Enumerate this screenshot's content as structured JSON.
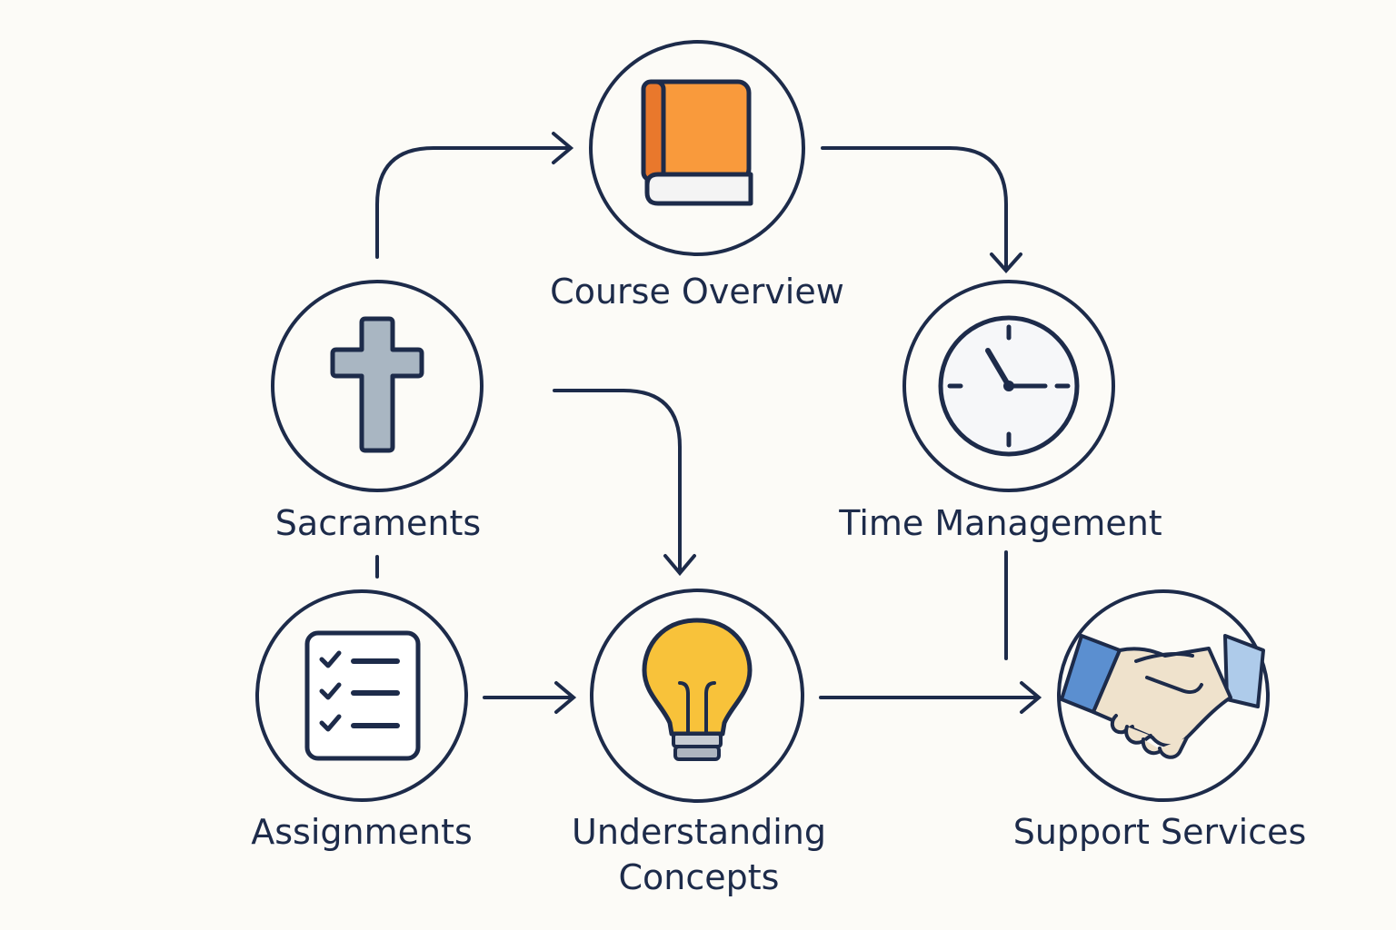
{
  "colors": {
    "background": "#fcfbf7",
    "stroke": "#1d2b4a",
    "book_orange": "#f99a3c",
    "cross_gray": "#a9b6c2",
    "bulb_yellow": "#f8c23a",
    "handshake_blue": "#5b8fd0",
    "handshake_skin": "#efe2cc"
  },
  "nodes": {
    "course_overview": {
      "label": "Course Overview",
      "icon": "book-icon"
    },
    "sacraments": {
      "label": "Sacraments",
      "icon": "cross-icon"
    },
    "time_management": {
      "label": "Time Management",
      "icon": "clock-icon"
    },
    "assignments": {
      "label": "Assignments",
      "icon": "checklist-icon"
    },
    "understanding_concepts": {
      "label_line1": "Understanding",
      "label_line2": "Concepts",
      "icon": "lightbulb-icon"
    },
    "support_services": {
      "label": "Support Services",
      "icon": "handshake-icon"
    }
  },
  "edges": [
    {
      "from": "Sacraments",
      "to": "Course Overview"
    },
    {
      "from": "Course Overview",
      "to": "Time Management"
    },
    {
      "from": "Sacraments",
      "to": "Understanding Concepts"
    },
    {
      "from": "Sacraments",
      "to": "Assignments"
    },
    {
      "from": "Assignments",
      "to": "Understanding Concepts"
    },
    {
      "from": "Understanding Concepts",
      "to": "Support Services"
    },
    {
      "from": "Time Management",
      "to": "Support Services"
    }
  ]
}
